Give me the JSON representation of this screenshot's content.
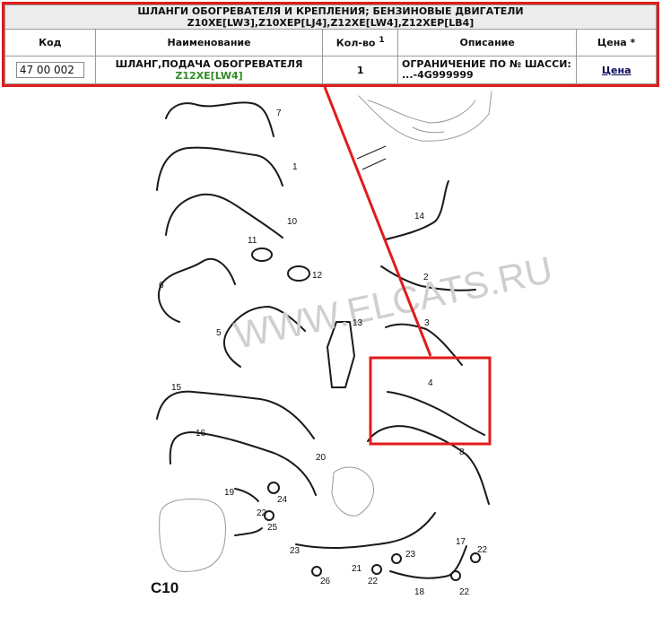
{
  "table": {
    "title": "ШЛАНГИ ОБОГРЕВАТЕЛЯ И КРЕПЛЕНИЯ; БЕНЗИНОВЫЕ ДВИГАТЕЛИ Z10XE[LW3],Z10XEP[LJ4],Z12XE[LW4],Z12XEP[LB4]",
    "headers": {
      "code": "Код",
      "name": "Наименование",
      "qty": "Кол-во",
      "qty_sup": "1",
      "desc": "Описание",
      "price": "Цена *"
    },
    "row": {
      "code": "47 00 002",
      "name": "ШЛАНГ,ПОДАЧА ОБОГРЕВАТЕЛЯ",
      "engine": "Z12XE[LW4]",
      "qty": "1",
      "desc_line1": "ОГРАНИЧЕНИЕ ПО № ШАССИ:",
      "desc_line2": "...-4G999999",
      "price_link": "Цена"
    }
  },
  "diagram": {
    "watermark": "WWW.ELCATS.RU",
    "section_code": "C10",
    "callouts": {
      "n1": "1",
      "n2": "2",
      "n3": "3",
      "n4": "4",
      "n5": "5",
      "n6": "6",
      "n7": "7",
      "n8": "8",
      "n10": "10",
      "n11": "11",
      "n12": "12",
      "n13": "13",
      "n14": "14",
      "n15": "15",
      "n16": "16",
      "n17": "17",
      "n18": "18",
      "n19": "19",
      "n20": "20",
      "n21": "21",
      "n22a": "22",
      "n22b": "22",
      "n22c": "22",
      "n22d": "22",
      "n23a": "23",
      "n23b": "23",
      "n24": "24",
      "n25": "25",
      "n26": "26"
    }
  },
  "colors": {
    "highlight": "#e11b1b",
    "engine_code": "#2e8b22",
    "header_bg": "#ececec"
  }
}
